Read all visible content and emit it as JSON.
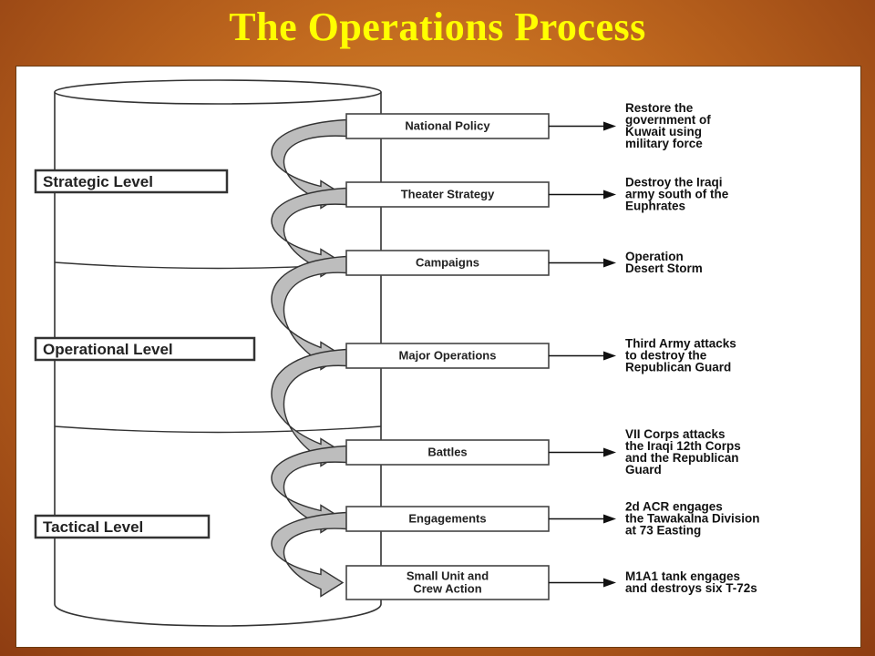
{
  "title": "The Operations Process",
  "levels": [
    {
      "label": "Strategic Level"
    },
    {
      "label": "Operational Level"
    },
    {
      "label": "Tactical Level"
    }
  ],
  "steps": [
    {
      "label": [
        "National Policy"
      ],
      "example": [
        "Restore the",
        "government of",
        "Kuwait using",
        "military force"
      ]
    },
    {
      "label": [
        "Theater Strategy"
      ],
      "example": [
        "Destroy the Iraqi",
        "army south of the",
        "Euphrates"
      ]
    },
    {
      "label": [
        "Campaigns"
      ],
      "example": [
        "Operation",
        "Desert Storm"
      ]
    },
    {
      "label": [
        "Major Operations"
      ],
      "example": [
        "Third Army attacks",
        "to destroy the",
        "Republican Guard"
      ]
    },
    {
      "label": [
        "Battles"
      ],
      "example": [
        "VII Corps attacks",
        "the Iraqi 12th Corps",
        "and the Republican",
        "Guard"
      ]
    },
    {
      "label": [
        "Engagements"
      ],
      "example": [
        "2d ACR engages",
        "the Tawakalna Division",
        "at 73 Easting"
      ]
    },
    {
      "label": [
        "Small Unit and",
        "Crew Action"
      ],
      "example": [
        "M1A1 tank engages",
        "and destroys six T-72s"
      ]
    }
  ]
}
